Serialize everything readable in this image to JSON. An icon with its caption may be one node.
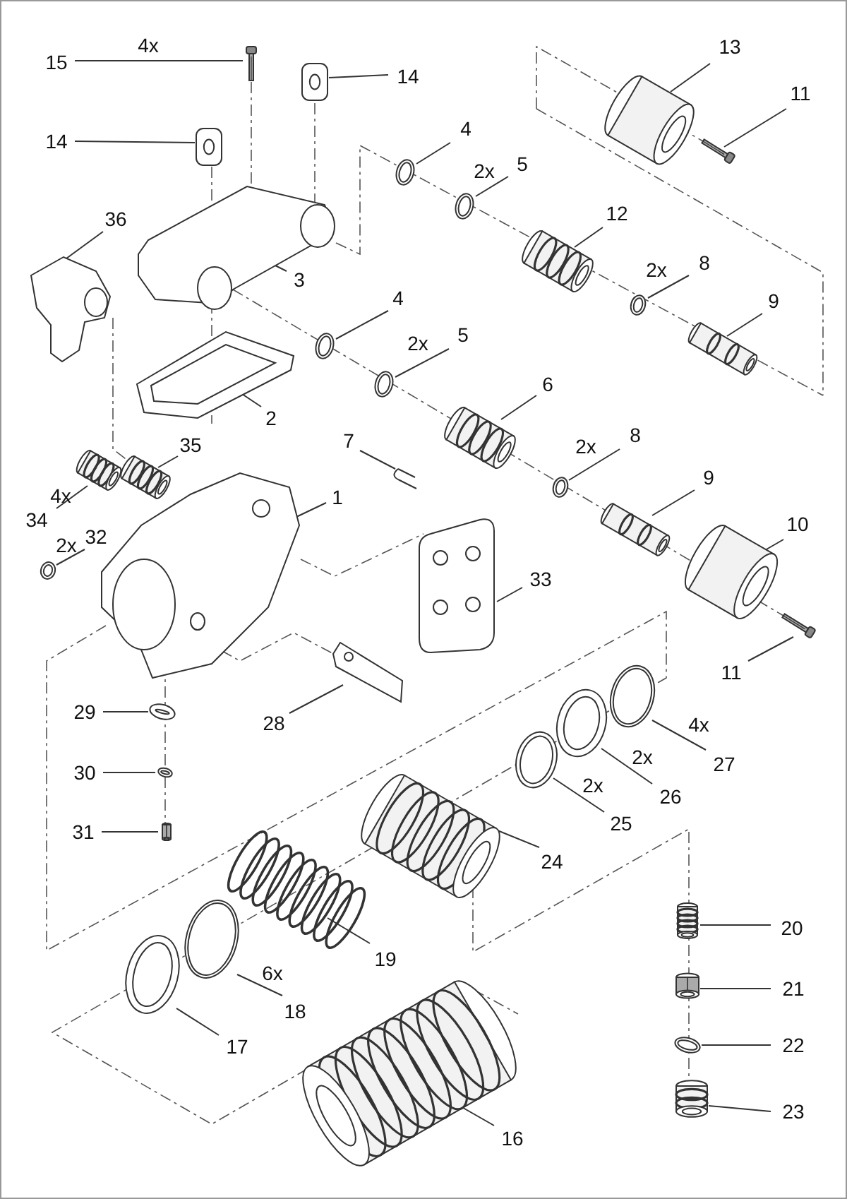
{
  "diagram": {
    "nodes": [
      {
        "text": [
          "15"
        ],
        "beside": [
          "4x"
        ]
      },
      {
        "text": [],
        "shape": "picture"
      },
      {
        "text": [
          "14"
        ]
      },
      {
        "text": [],
        "shape": "picture"
      },
      {
        "text": [
          "14"
        ]
      },
      {
        "text": [],
        "shape": "picture"
      },
      {
        "text": [
          "36"
        ]
      },
      {
        "text": [],
        "shape": "picture"
      },
      {
        "text": [
          "13"
        ]
      },
      {
        "text": [],
        "shape": "picture"
      },
      {
        "text": [
          "11"
        ]
      },
      {
        "text": [],
        "shape": "picture"
      },
      {
        "text": [
          "4"
        ]
      },
      {
        "text": [],
        "shape": "picture"
      },
      {
        "text": [
          "5"
        ],
        "beside": [
          "2x"
        ]
      },
      {
        "text": [],
        "shape": "picture"
      },
      {
        "text": [
          "12"
        ]
      },
      {
        "text": [],
        "shape": "picture"
      },
      {
        "text": [
          "3"
        ]
      },
      {
        "text": [],
        "shape": "picture"
      },
      {
        "text": [
          "8"
        ],
        "beside": [
          "2x"
        ]
      },
      {
        "text": [],
        "shape": "picture"
      },
      {
        "text": [
          "9"
        ]
      },
      {
        "text": [],
        "shape": "picture"
      },
      {
        "text": [
          "4"
        ]
      },
      {
        "text": [],
        "shape": "picture"
      },
      {
        "text": [
          "5"
        ],
        "beside": [
          "2x"
        ]
      },
      {
        "text": [],
        "shape": "picture"
      },
      {
        "text": [
          "6"
        ]
      },
      {
        "text": [],
        "shape": "picture"
      },
      {
        "text": [
          "2"
        ]
      },
      {
        "text": [],
        "shape": "picture"
      },
      {
        "text": [
          "7"
        ]
      },
      {
        "text": [],
        "shape": "picture"
      },
      {
        "text": [
          "8"
        ],
        "beside": [
          "2x"
        ]
      },
      {
        "text": [],
        "shape": "picture"
      },
      {
        "text": [
          "9"
        ]
      },
      {
        "text": [],
        "shape": "picture"
      },
      {
        "text": [
          "35"
        ]
      },
      {
        "text": [],
        "shape": "picture"
      },
      {
        "text": [
          "1"
        ]
      },
      {
        "text": [],
        "shape": "picture"
      },
      {
        "text": [
          "34"
        ],
        "beside": [
          "4x"
        ]
      },
      {
        "text": [],
        "shape": "picture"
      },
      {
        "text": [
          "10"
        ]
      },
      {
        "text": [],
        "shape": "picture"
      },
      {
        "text": [
          "32"
        ],
        "beside": [
          "2x"
        ]
      },
      {
        "text": [],
        "shape": "picture"
      },
      {
        "text": [
          "33"
        ]
      },
      {
        "text": [],
        "shape": "picture"
      },
      {
        "text": [
          "11"
        ]
      },
      {
        "text": [],
        "shape": "picture"
      },
      {
        "text": [
          "28"
        ]
      },
      {
        "text": [],
        "shape": "picture"
      },
      {
        "text": [
          "29"
        ]
      },
      {
        "text": [],
        "shape": "picture"
      },
      {
        "text": [
          "27"
        ],
        "beside": [
          "4x"
        ]
      },
      {
        "text": [],
        "shape": "picture"
      },
      {
        "text": [
          "26"
        ],
        "beside": [
          "2x"
        ]
      },
      {
        "text": [],
        "shape": "picture"
      },
      {
        "text": [
          "25"
        ],
        "beside": [
          "2x"
        ]
      },
      {
        "text": [],
        "shape": "picture"
      },
      {
        "text": [
          "30"
        ]
      },
      {
        "text": [],
        "shape": "picture"
      },
      {
        "text": [
          "24"
        ]
      },
      {
        "text": [],
        "shape": "picture"
      },
      {
        "text": [
          "31"
        ]
      },
      {
        "text": [],
        "shape": "picture"
      },
      {
        "text": [
          "20"
        ]
      },
      {
        "text": [],
        "shape": "picture"
      },
      {
        "text": [
          "19"
        ]
      },
      {
        "text": [],
        "shape": "picture"
      },
      {
        "text": [
          "21"
        ]
      },
      {
        "text": [],
        "shape": "picture"
      },
      {
        "text": [
          "18"
        ],
        "beside": [
          "6x"
        ]
      },
      {
        "text": [],
        "shape": "picture"
      },
      {
        "text": [
          "17"
        ]
      },
      {
        "text": [],
        "shape": "picture"
      },
      {
        "text": [
          "22"
        ]
      },
      {
        "text": [],
        "shape": "picture"
      },
      {
        "text": [
          "23"
        ]
      },
      {
        "text": [],
        "shape": "picture"
      },
      {
        "text": [
          "16"
        ]
      },
      {
        "text": [],
        "shape": "picture"
      }
    ],
    "edges": [
      {
        "from": 0,
        "to": 1,
        "arrow": "none"
      },
      {
        "from": 2,
        "to": 3,
        "arrow": "none"
      },
      {
        "from": 4,
        "to": 5,
        "arrow": "none"
      },
      {
        "from": 6,
        "to": 7,
        "arrow": "none"
      },
      {
        "from": 8,
        "to": 9,
        "arrow": "none"
      },
      {
        "from": 10,
        "to": 11,
        "arrow": "none"
      },
      {
        "from": 12,
        "to": 13,
        "arrow": "none"
      },
      {
        "from": 14,
        "to": 15,
        "arrow": "none"
      },
      {
        "from": 16,
        "to": 17,
        "arrow": "none"
      },
      {
        "from": 18,
        "to": 19,
        "arrow": "none"
      },
      {
        "from": 20,
        "to": 21,
        "arrow": "none"
      },
      {
        "from": 22,
        "to": 23,
        "arrow": "none"
      },
      {
        "from": 24,
        "to": 25,
        "arrow": "none"
      },
      {
        "from": 26,
        "to": 27,
        "arrow": "none"
      },
      {
        "from": 28,
        "to": 29,
        "arrow": "none"
      },
      {
        "from": 30,
        "to": 31,
        "arrow": "none"
      },
      {
        "from": 32,
        "to": 33,
        "arrow": "none"
      },
      {
        "from": 34,
        "to": 35,
        "arrow": "none"
      },
      {
        "from": 36,
        "to": 37,
        "arrow": "none"
      },
      {
        "from": 38,
        "to": 39,
        "arrow": "none"
      },
      {
        "from": 40,
        "to": 41,
        "arrow": "none"
      },
      {
        "from": 42,
        "to": 43,
        "arrow": "none"
      },
      {
        "from": 44,
        "to": 45,
        "arrow": "none"
      },
      {
        "from": 46,
        "to": 47,
        "arrow": "none"
      },
      {
        "from": 48,
        "to": 49,
        "arrow": "none"
      },
      {
        "from": 50,
        "to": 51,
        "arrow": "none"
      },
      {
        "from": 52,
        "to": 53,
        "arrow": "none"
      },
      {
        "from": 54,
        "to": 55,
        "arrow": "none"
      },
      {
        "from": 56,
        "to": 57,
        "arrow": "none"
      },
      {
        "from": 58,
        "to": 59,
        "arrow": "none"
      },
      {
        "from": 60,
        "to": 61,
        "arrow": "none"
      },
      {
        "from": 62,
        "to": 63,
        "arrow": "none"
      },
      {
        "from": 64,
        "to": 65,
        "arrow": "none"
      },
      {
        "from": 66,
        "to": 67,
        "arrow": "none"
      },
      {
        "from": 68,
        "to": 69,
        "arrow": "none"
      },
      {
        "from": 70,
        "to": 71,
        "arrow": "none"
      },
      {
        "from": 72,
        "to": 73,
        "arrow": "none"
      },
      {
        "from": 74,
        "to": 75,
        "arrow": "none"
      },
      {
        "from": 76,
        "to": 77,
        "arrow": "none"
      },
      {
        "from": 78,
        "to": 79,
        "arrow": "none"
      },
      {
        "from": 80,
        "to": 81,
        "arrow": "none"
      },
      {
        "from": 82,
        "to": 83,
        "arrow": "none"
      }
    ]
  }
}
